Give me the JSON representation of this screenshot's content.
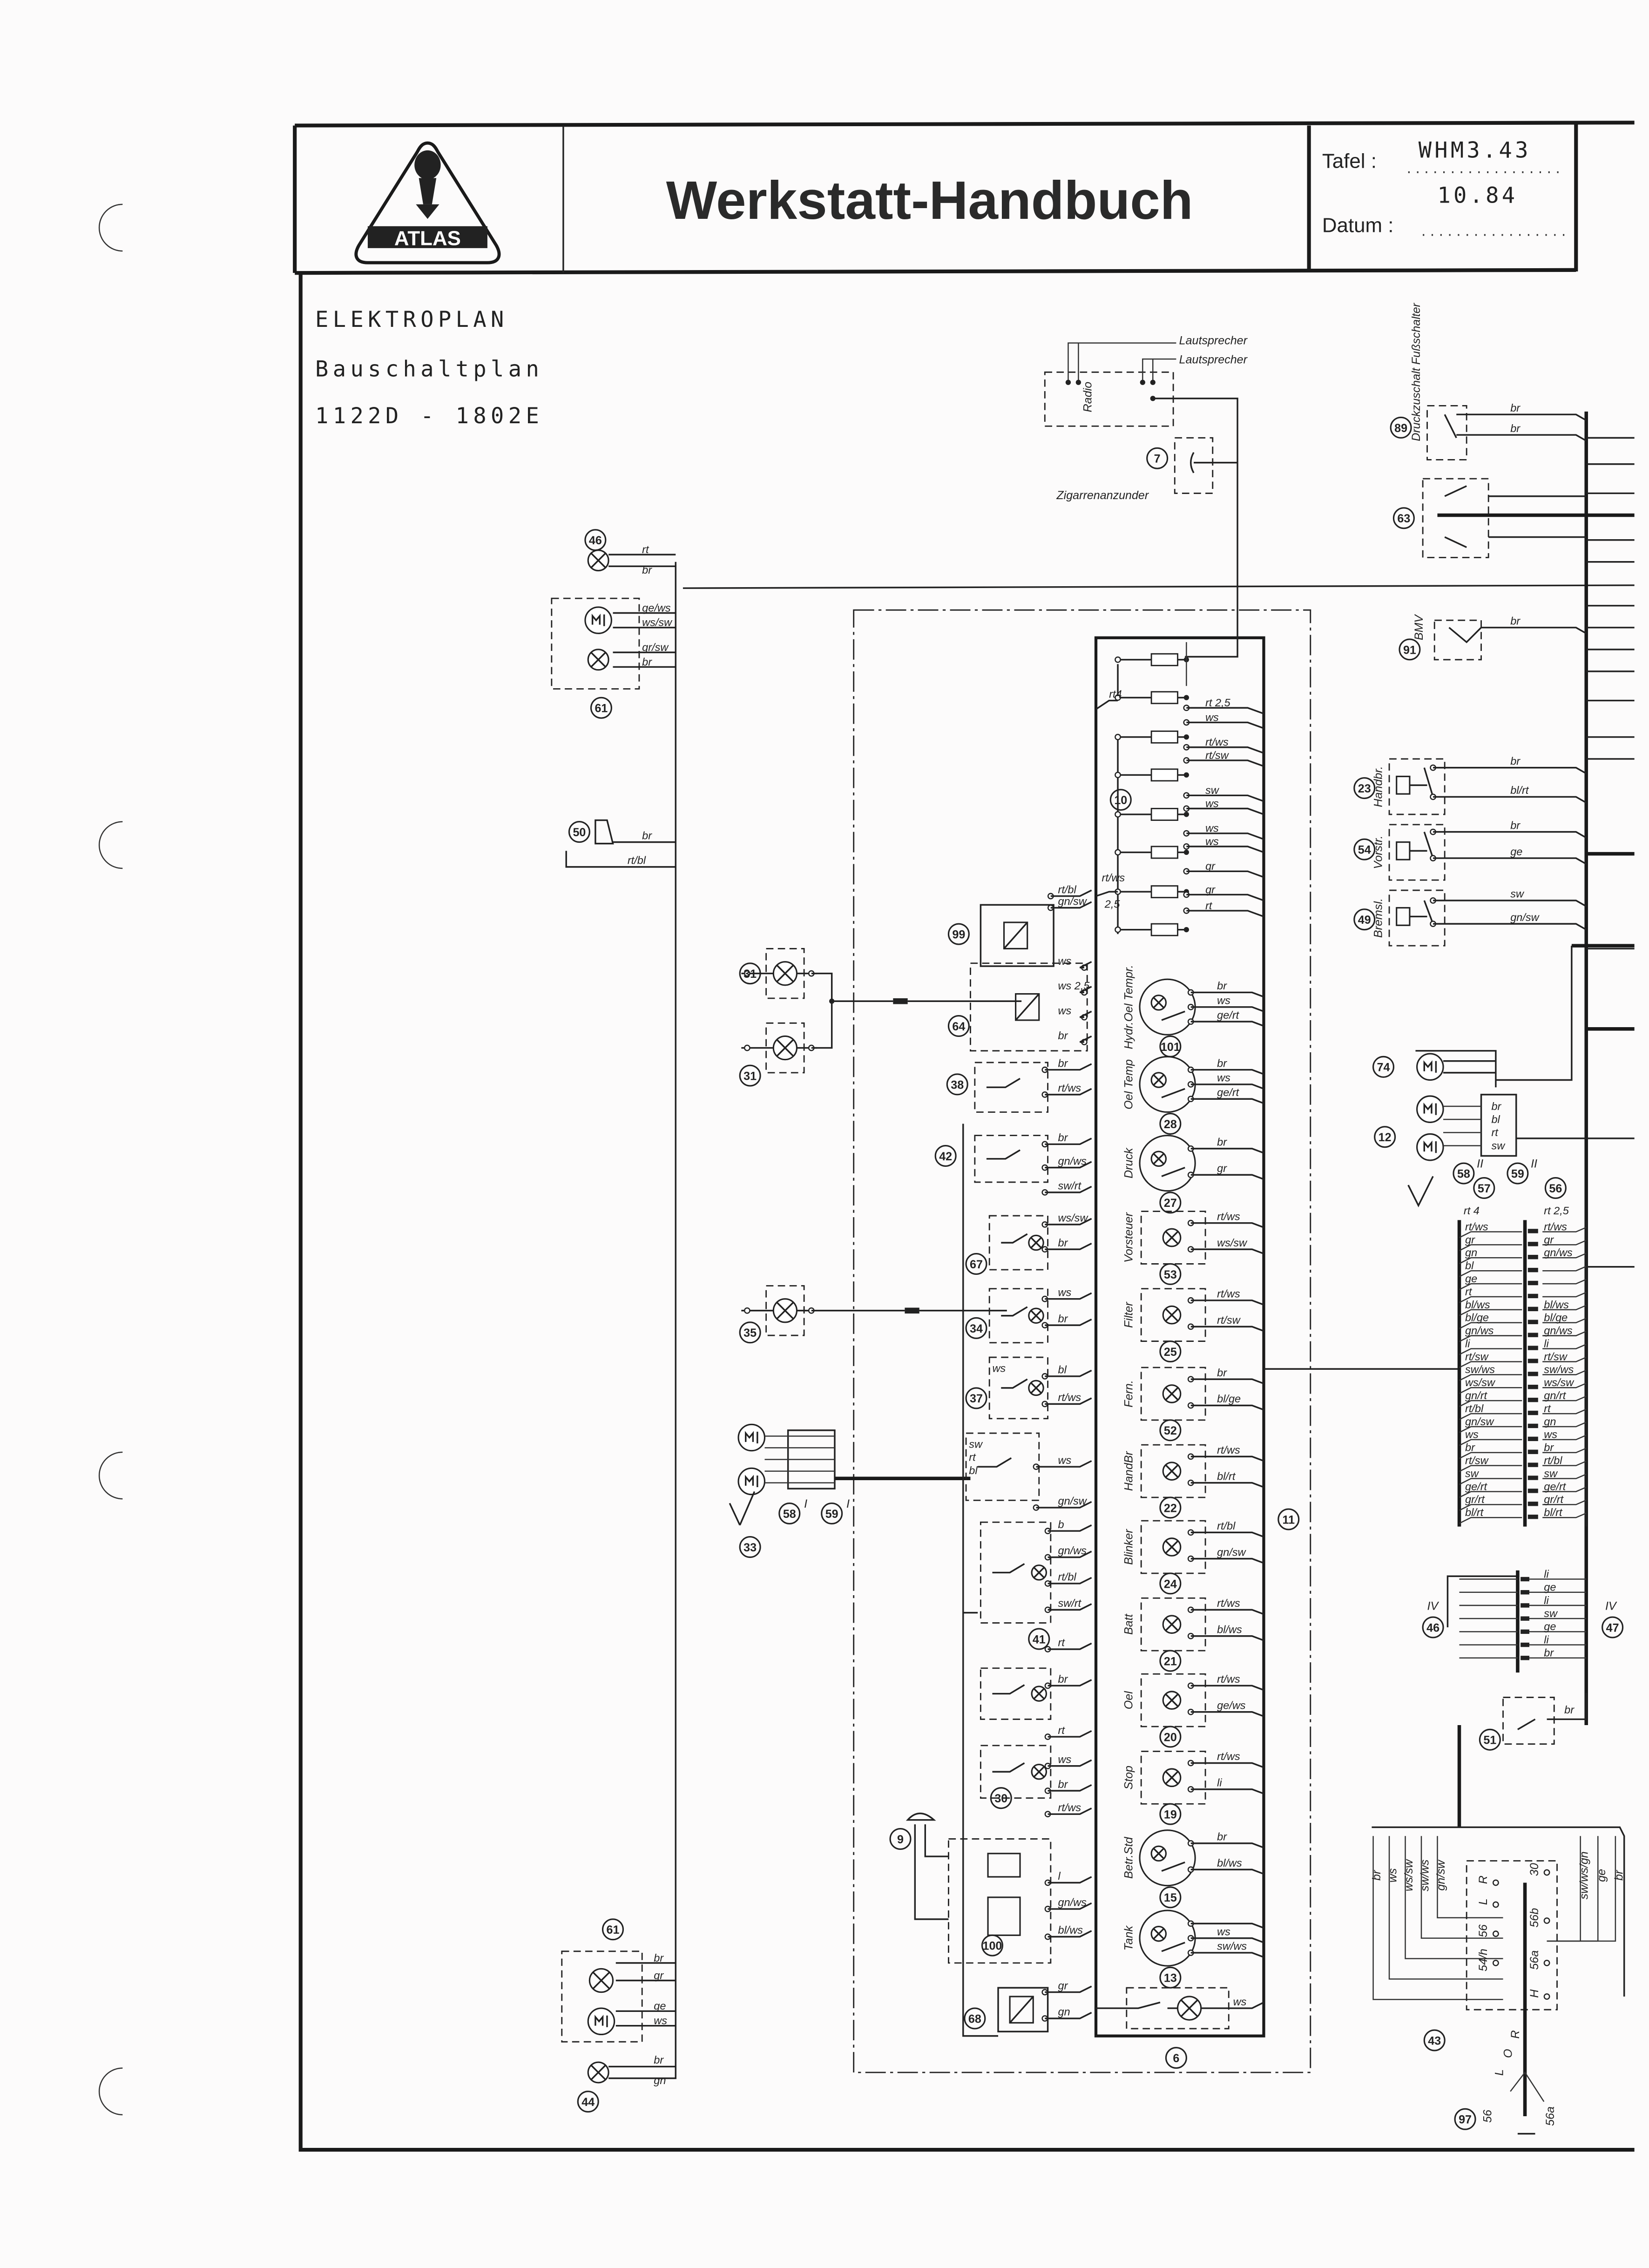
{
  "header": {
    "logo_text": "ATLAS",
    "title": "Werkstatt-Handbuch",
    "tafel_label": "Tafel :",
    "tafel_value": "WHM3.43",
    "datum_label": "Datum :",
    "datum_value": "10.84"
  },
  "plan": {
    "line1": "ELEKTROPLAN",
    "line2": "Bauschaltplan",
    "line3": "1122D - 1802E"
  },
  "radio": {
    "label": "Radio",
    "speaker1": "Lautsprecher",
    "speaker2": "Lautsprecher",
    "cigar_label": "Zigarrenanzunder",
    "cigar_num": "7"
  },
  "fuse_box": {
    "num": "10",
    "panel_num": "11",
    "feed1": "rt4",
    "feed2": "rt/ws",
    "feed2_size": "2,5",
    "outputs": [
      "rt 2,5",
      "ws",
      "rt/ws",
      "rt/sw",
      "sw",
      "ws",
      "ws",
      "ws",
      "gr",
      "gr",
      "rt"
    ]
  },
  "instruments": [
    {
      "num": "101",
      "label": "Hydr.Oel Tempr.",
      "type": "gauge",
      "wires": [
        "br",
        "ws",
        "ge/rt"
      ]
    },
    {
      "num": "28",
      "label": "Oel Temp",
      "type": "gauge",
      "wires": [
        "br",
        "ws",
        "ge/rt"
      ]
    },
    {
      "num": "27",
      "label": "Druck",
      "type": "gauge",
      "wires": [
        "br",
        "gr"
      ]
    },
    {
      "num": "53",
      "label": "Vorsteuer",
      "type": "lamp",
      "wires": [
        "rt/ws",
        "ws/sw"
      ]
    },
    {
      "num": "25",
      "label": "Filter",
      "type": "lamp",
      "wires": [
        "rt/ws",
        "rt/sw"
      ]
    },
    {
      "num": "52",
      "label": "Fern.",
      "type": "lamp",
      "wires": [
        "br",
        "bl/ge"
      ]
    },
    {
      "num": "22",
      "label": "HandBr",
      "type": "lamp",
      "wires": [
        "rt/ws",
        "bl/rt"
      ]
    },
    {
      "num": "24",
      "label": "Blinker",
      "type": "lamp",
      "wires": [
        "rt/bl",
        "gn/sw"
      ]
    },
    {
      "num": "21",
      "label": "Batt",
      "type": "lamp",
      "wires": [
        "rt/ws",
        "bl/ws"
      ]
    },
    {
      "num": "20",
      "label": "Oel",
      "type": "lamp",
      "wires": [
        "rt/ws",
        "ge/ws"
      ]
    },
    {
      "num": "19",
      "label": "Stop",
      "type": "lamp",
      "wires": [
        "rt/ws",
        "li"
      ]
    },
    {
      "num": "15",
      "label": "Betr.Std",
      "type": "gauge",
      "wires": [
        "br",
        "bl/ws"
      ]
    },
    {
      "num": "13",
      "label": "Tank",
      "type": "gauge",
      "wires": [
        "ws",
        "sw/ws"
      ]
    }
  ],
  "dash_light": {
    "num": "6",
    "wire": "ws"
  },
  "left": {
    "c46": {
      "num": "46",
      "wires": [
        "rt",
        "br"
      ]
    },
    "c61_top": {
      "num": "61",
      "wires": [
        "ge/ws",
        "ws/sw",
        "gr/sw",
        "br"
      ]
    },
    "c50": {
      "num": "50",
      "wires": [
        "br",
        "rt/bl"
      ]
    },
    "c31a": {
      "num": "31"
    },
    "c31b": {
      "num": "31"
    },
    "c35": {
      "num": "35"
    },
    "c33": {
      "num": "33",
      "plug_a": "58",
      "plug_b": "59",
      "roman": "I"
    },
    "c61_bot": {
      "num": "61",
      "wires": [
        "br",
        "gr",
        "ge",
        "ws"
      ]
    },
    "c44": {
      "num": "44",
      "wires": [
        "br",
        "gn"
      ]
    }
  },
  "middle": [
    {
      "num": "99",
      "wires": [
        "rt/bl",
        "gn/sw"
      ]
    },
    {
      "num": "64",
      "wires": [
        "ws",
        "ws 2,5",
        "ws",
        "br"
      ]
    },
    {
      "num": "38",
      "wires": [
        "br",
        "rt/ws"
      ]
    },
    {
      "num": "42",
      "wires": [
        "br",
        "gn/ws",
        "sw/rt"
      ]
    },
    {
      "num": "67",
      "wires": [
        "ws/sw",
        "br"
      ]
    },
    {
      "num": "34",
      "wires": [
        "ws",
        "br"
      ]
    },
    {
      "num": "37",
      "wires": [
        "bl",
        "rt/ws"
      ],
      "side": [
        "ws"
      ]
    },
    {
      "num": "",
      "wires": [
        "ws",
        "gn/sw"
      ],
      "side": [
        "sw",
        "rt",
        "bl"
      ]
    },
    {
      "num": "41",
      "wires": [
        "b",
        "gn/ws",
        "rt/bl",
        "sw/rt"
      ]
    },
    {
      "num": "",
      "wires": [
        "rt",
        "br"
      ]
    },
    {
      "num": "30",
      "wires": [
        "rt",
        "ws",
        "br",
        "rt/ws"
      ]
    },
    {
      "num": "100",
      "wires": [
        "l",
        "gn/ws",
        "bl/ws"
      ]
    },
    {
      "num": "68",
      "wires": [
        "gr",
        "gn"
      ]
    }
  ],
  "horn": {
    "num": "9"
  },
  "right": {
    "c89": {
      "num": "89",
      "label": "Druckzuschalt Fußschalter",
      "wires": [
        "br",
        "br"
      ]
    },
    "c63": {
      "num": "63"
    },
    "c91": {
      "num": "91",
      "label": "BMV",
      "wires": [
        "br"
      ]
    },
    "c23": {
      "num": "23",
      "label": "Handbr.",
      "wires": [
        "br",
        "bl/rt"
      ]
    },
    "c54": {
      "num": "54",
      "label": "Vorstr.",
      "wires": [
        "br",
        "ge"
      ]
    },
    "c49": {
      "num": "49",
      "label": "Bremsl.",
      "wires": [
        "sw",
        "gn/sw"
      ]
    },
    "c74": {
      "num": "74"
    },
    "c12": {
      "num": "12",
      "wires": [
        "br",
        "bl",
        "rt",
        "sw"
      ]
    },
    "plug58": {
      "num": "58",
      "roman": "II"
    },
    "plug59": {
      "num": "59",
      "roman": "II"
    },
    "c46": {
      "num": "46",
      "roman": "IV"
    },
    "c47": {
      "num": "47",
      "roman": "IV",
      "wires": [
        "li",
        "ge",
        "li",
        "sw",
        "ge",
        "li",
        "br"
      ]
    },
    "c51": {
      "num": "51",
      "wires": [
        "br"
      ]
    },
    "c43": {
      "num": "43",
      "wires": [
        "br",
        "ws",
        "ws/sw",
        "sw/ws",
        "gn/sw",
        "sw/ws/gn",
        "ge",
        "br"
      ],
      "terminals": [
        "30",
        "56b",
        "R",
        "L",
        "56",
        "54/h",
        "56a",
        "H"
      ]
    },
    "c97": {
      "num": "97",
      "terminals": [
        "L",
        "O",
        "R",
        "56",
        "56a"
      ]
    }
  },
  "connector": {
    "left_num": "57",
    "right_num": "56",
    "left_top": "rt 4",
    "right_top": "rt 2,5",
    "left": [
      "rt/ws",
      "gr",
      "gn",
      "bl",
      "ge",
      "rt",
      "bl/ws",
      "bl/ge",
      "gn/ws",
      "li",
      "rt/sw",
      "sw/ws",
      "ws/sw",
      "gn/rt",
      "rt/bl",
      "gn/sw",
      "ws",
      "br",
      "rt/sw",
      "sw",
      "ge/rt",
      "gr/rt",
      "bl/rt"
    ],
    "right": [
      "rt/ws",
      "gr",
      "gn/ws",
      "",
      "",
      "",
      "bl/ws",
      "bl/ge",
      "gn/ws",
      "li",
      "rt/sw",
      "sw/ws",
      "ws/sw",
      "gn/rt",
      "rt",
      "gn",
      "ws",
      "br",
      "rt/bl",
      "sw",
      "ge/rt",
      "gr/rt",
      "bl/rt"
    ]
  }
}
